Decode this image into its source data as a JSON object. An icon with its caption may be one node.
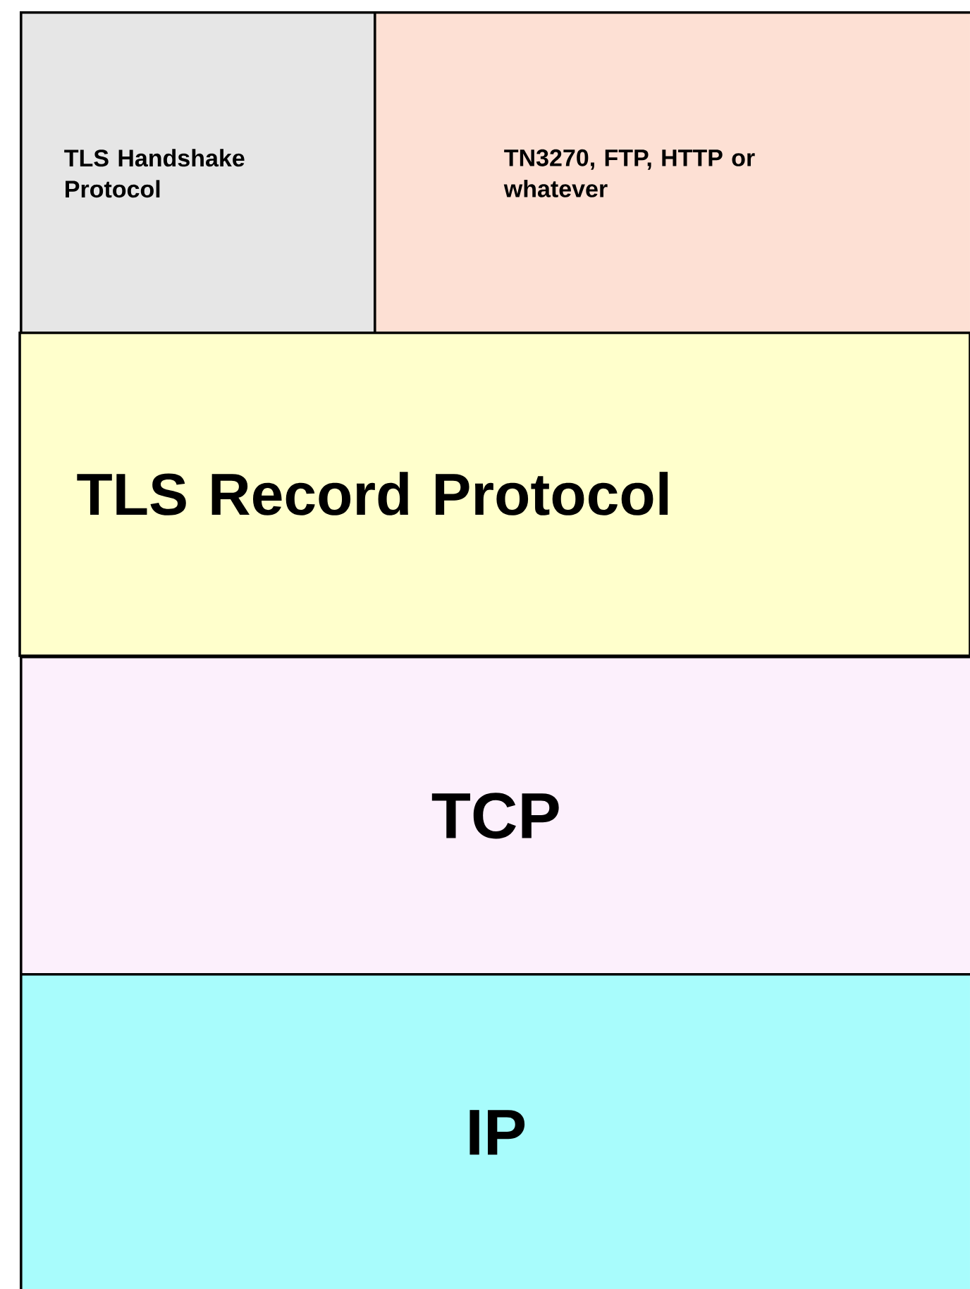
{
  "diagram": {
    "nodes": [
      {
        "text": [
          "TLS Handshake Protocol"
        ]
      },
      {
        "text": [
          "TN3270, FTP, HTTP or whatever"
        ]
      },
      {
        "text": [
          "TLS Record Protocol"
        ]
      },
      {
        "text": [
          "TCP"
        ]
      },
      {
        "text": [
          "IP"
        ]
      }
    ]
  }
}
